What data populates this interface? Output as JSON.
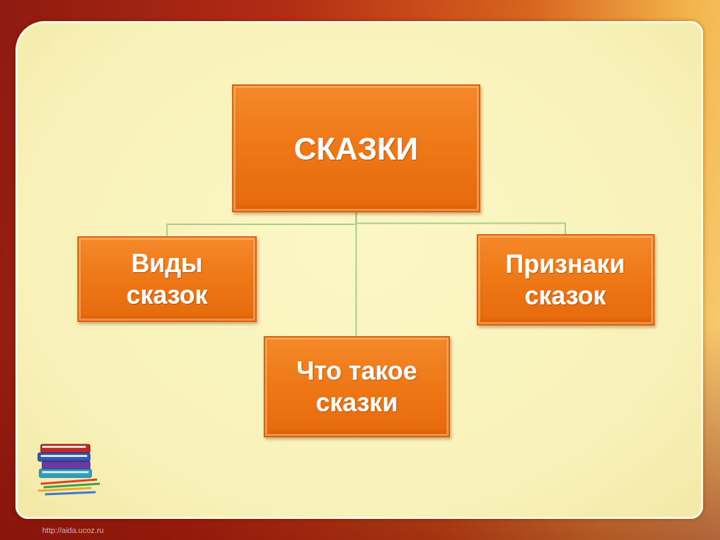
{
  "diagram": {
    "nodes": [
      {
        "text": [
          "СКАЗКИ"
        ]
      },
      {
        "text": [
          "Виды сказок"
        ]
      },
      {
        "text": [
          "Признаки сказок"
        ]
      },
      {
        "text": [
          "Что такое сказки"
        ]
      }
    ],
    "edges": [
      {
        "from": 0,
        "to": 1,
        "arrow": "none"
      },
      {
        "from": 0,
        "to": 2,
        "arrow": "none"
      },
      {
        "from": 0,
        "to": 3,
        "arrow": "none"
      }
    ],
    "labels": [
      "http://aida.ucoz.ru"
    ]
  }
}
